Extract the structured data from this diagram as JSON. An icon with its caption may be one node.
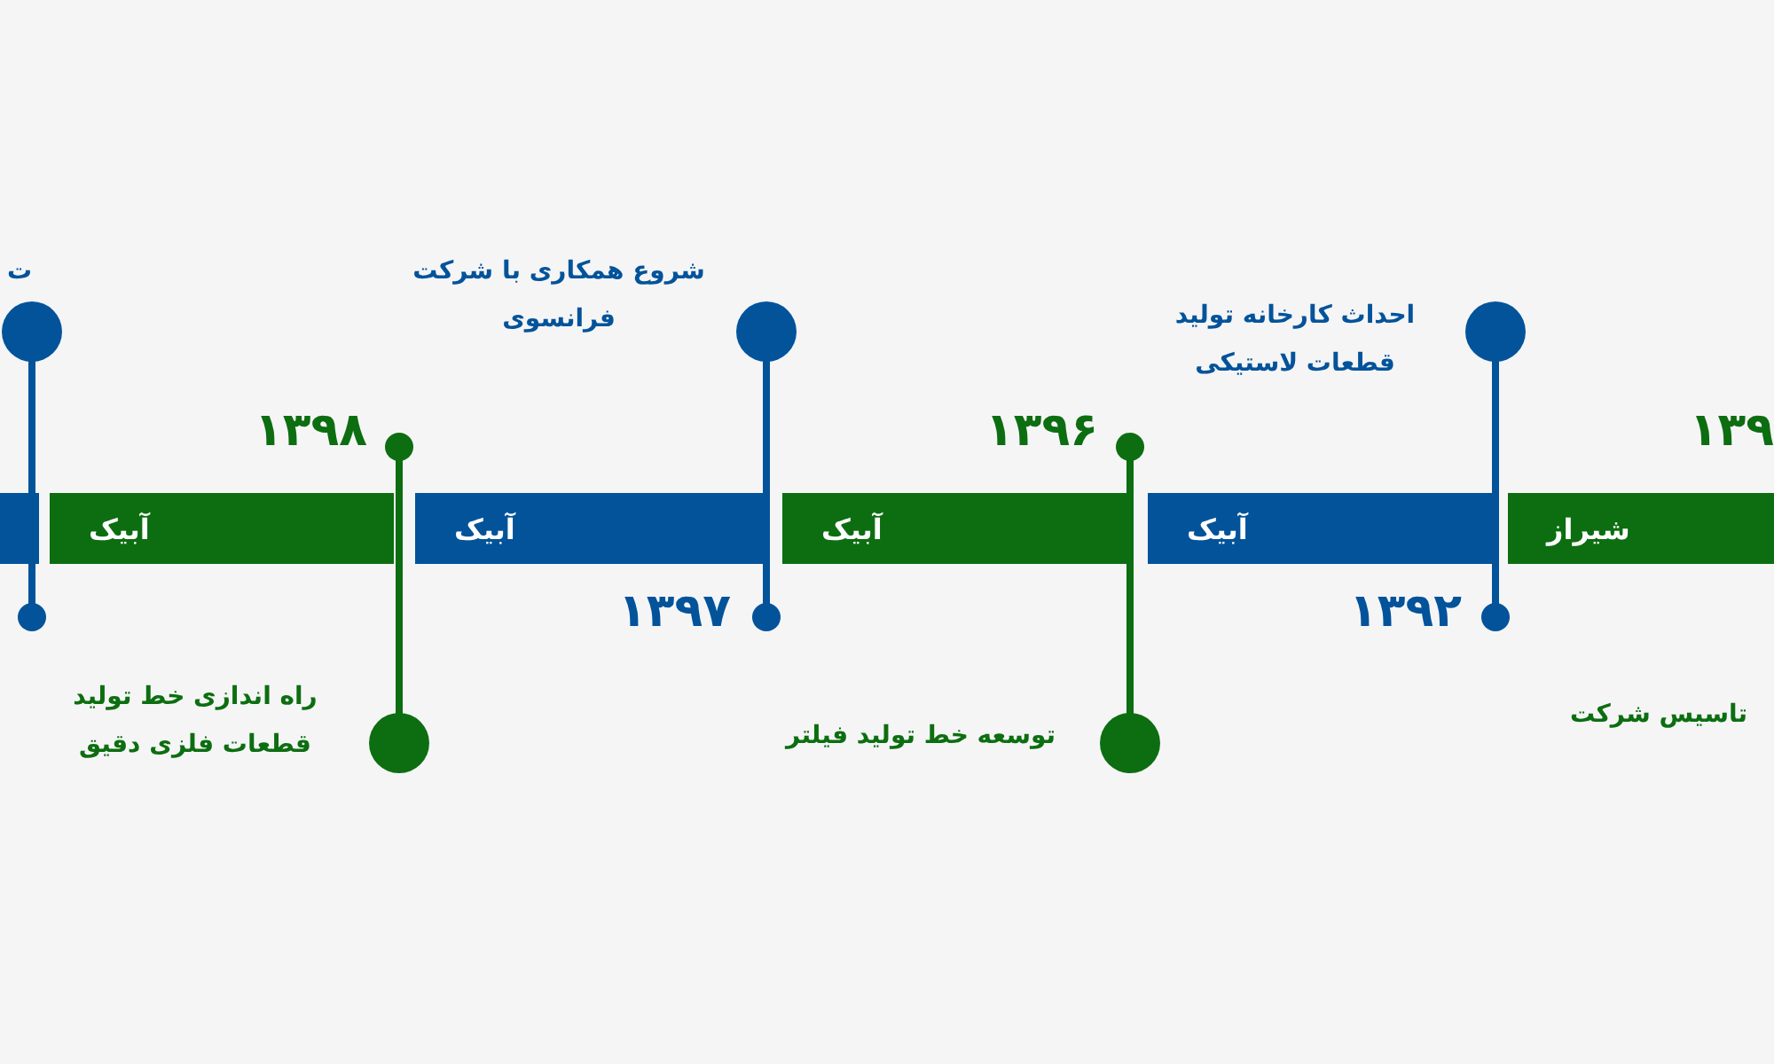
{
  "diagram": {
    "nodes": [
      {
        "text": [],
        "shape": "bar"
      },
      {
        "text": [
          "آبیک"
        ]
      },
      {
        "text": [
          "آبیک"
        ]
      },
      {
        "text": [
          "آبیک"
        ]
      },
      {
        "text": [
          "آبیک"
        ]
      },
      {
        "text": [
          "شیراز"
        ]
      }
    ],
    "edges": [],
    "labels": [
      "ت",
      "شروع همکاری با شرکت فرانسوی",
      "احداث کارخانه تولید قطعات لاستیکی",
      "۱۳۹۸",
      "۱۳۹۶",
      "۱۳۹",
      "۱۳۹۷",
      "۱۳۹۲",
      "راه اندازی خط تولید قطعات فلزی دقیق",
      "توسعه خط تولید فیلتر",
      "تاسیس شرکت"
    ]
  }
}
